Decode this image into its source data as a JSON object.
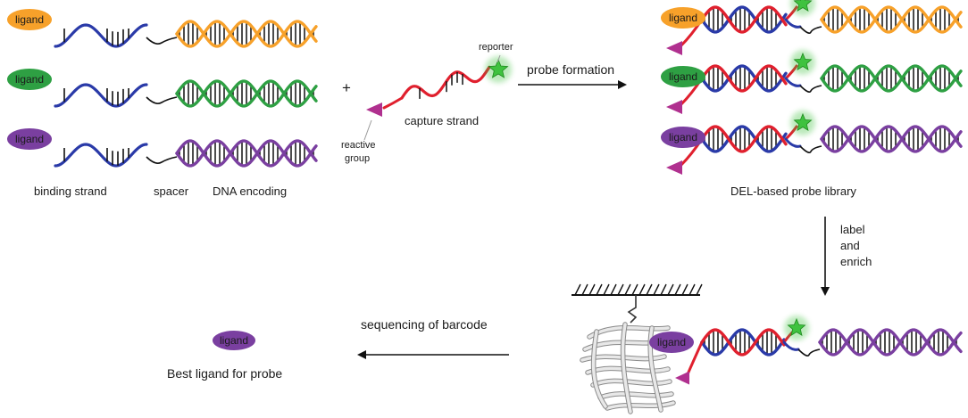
{
  "ligand_label": "ligand",
  "labels": {
    "binding_strand": "binding strand",
    "spacer": "spacer",
    "dna_encoding": "DNA encoding",
    "plus": "+",
    "reporter": "reporter",
    "capture_strand": "capture strand",
    "reactive": "reactive",
    "group": "group",
    "probe_formation": "probe formation",
    "library": "DEL-based probe library",
    "label_word": "label",
    "and_word": "and",
    "enrich_word": "enrich",
    "sequencing": "sequencing of barcode",
    "best_ligand": "Best ligand for probe"
  },
  "colors": {
    "orange": "#f7a12a",
    "green": "#2ea043",
    "purple": "#7a3fa0",
    "blue": "#2a3aa8",
    "red": "#e0202e",
    "magenta": "#b0308f",
    "reporter_star": "#3fc23f",
    "ink": "#111111"
  },
  "elements": [
    {
      "id": "library-member-orange",
      "ligand_color": "orange",
      "encoding_color": "orange"
    },
    {
      "id": "library-member-green",
      "ligand_color": "green",
      "encoding_color": "green"
    },
    {
      "id": "library-member-purple",
      "ligand_color": "purple",
      "encoding_color": "purple"
    }
  ]
}
